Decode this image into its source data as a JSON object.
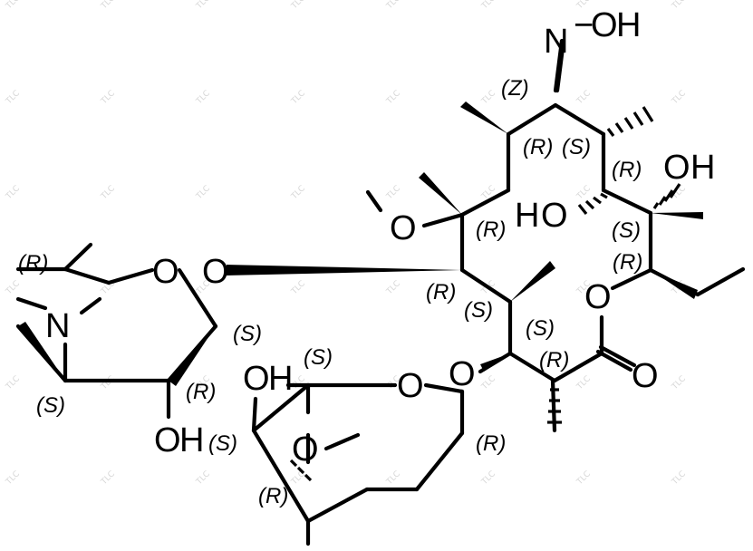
{
  "watermark": "TLC",
  "atoms": {
    "oxime_oh": "O",
    "oxime_h": "H",
    "oxime_n": "N",
    "oh_c11_o": "O",
    "oh_c11_h": "H",
    "ho_c10_h": "H",
    "ho_c10_o": "O",
    "methoxy_o": "O",
    "lactone_ring_o": "O",
    "carbonyl_o": "O",
    "sugar1_ring_o": "O",
    "glycosidic_o": "O",
    "amine_n": "N",
    "sugar1_oh_o": "O",
    "sugar1_oh_h": "H",
    "cladinose_oh_o": "O",
    "cladinose_oh_h": "H",
    "cladinose_ring_o": "O",
    "cladinose_ome_o": "O",
    "ester_o": "O"
  },
  "stereo_labels": {
    "z_oxime": "(Z)",
    "r_c8": "(R)",
    "s_c10": "(S)",
    "r_c11": "(R)",
    "r_c6": "(R)",
    "s_c12": "(S)",
    "r_c13": "(R)",
    "r_c5": "(R)",
    "s_c4": "(S)",
    "s_c3": "(S)",
    "r_c2": "(R)",
    "r_s1_c5": "(R)",
    "s_s1_c1": "(S)",
    "s_s1_c3": "(S)",
    "r_s1_c2": "(R)",
    "s_clad_c5": "(S)",
    "s_clad_c4": "(S)",
    "r_clad_c3": "(R)",
    "r_clad_c1": "(R)"
  }
}
